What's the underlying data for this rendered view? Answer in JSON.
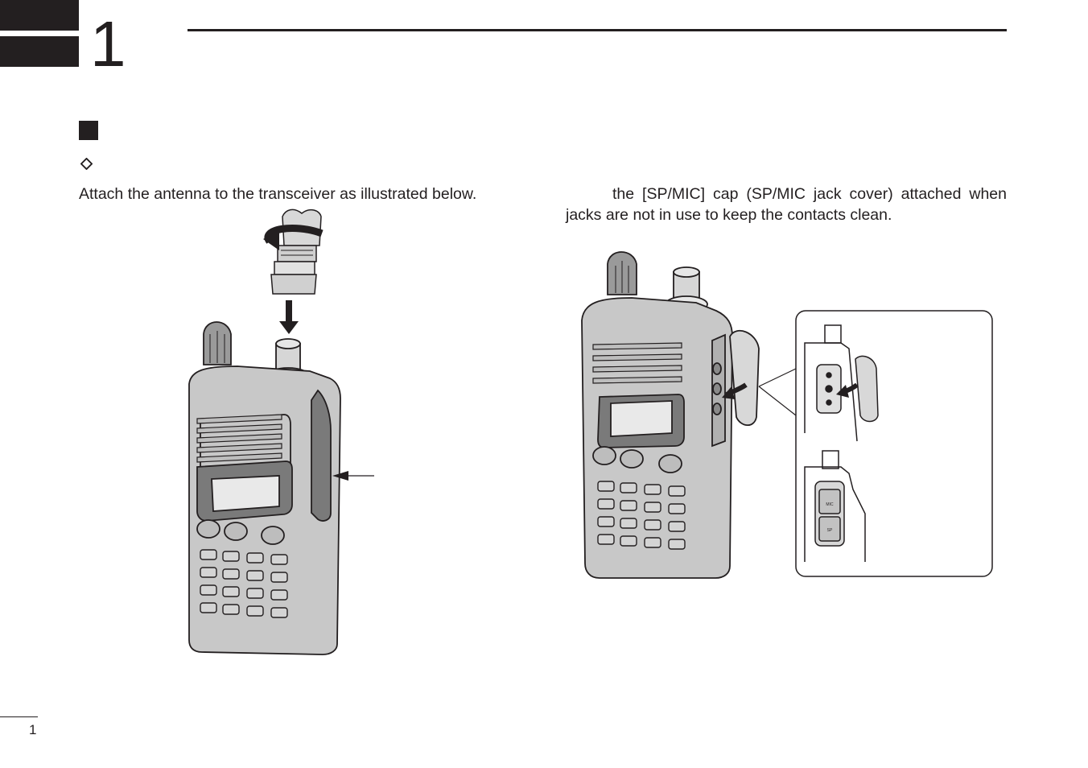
{
  "header": {
    "chapter_number": "1"
  },
  "body": {
    "left_paragraph": "Attach the antenna to the transceiver as illustrated below.",
    "right_paragraph": "the [SP/MIC] cap (SP/MIC jack cover) attached when jacks are not in use to keep the contacts clean."
  },
  "inset": {
    "mic_label": "MIC",
    "sp_label": "SP"
  },
  "footer": {
    "page_number": "1"
  },
  "colors": {
    "ink": "#231f20",
    "radio_body": "#c8c8c8",
    "display": "#e9e9e9"
  }
}
